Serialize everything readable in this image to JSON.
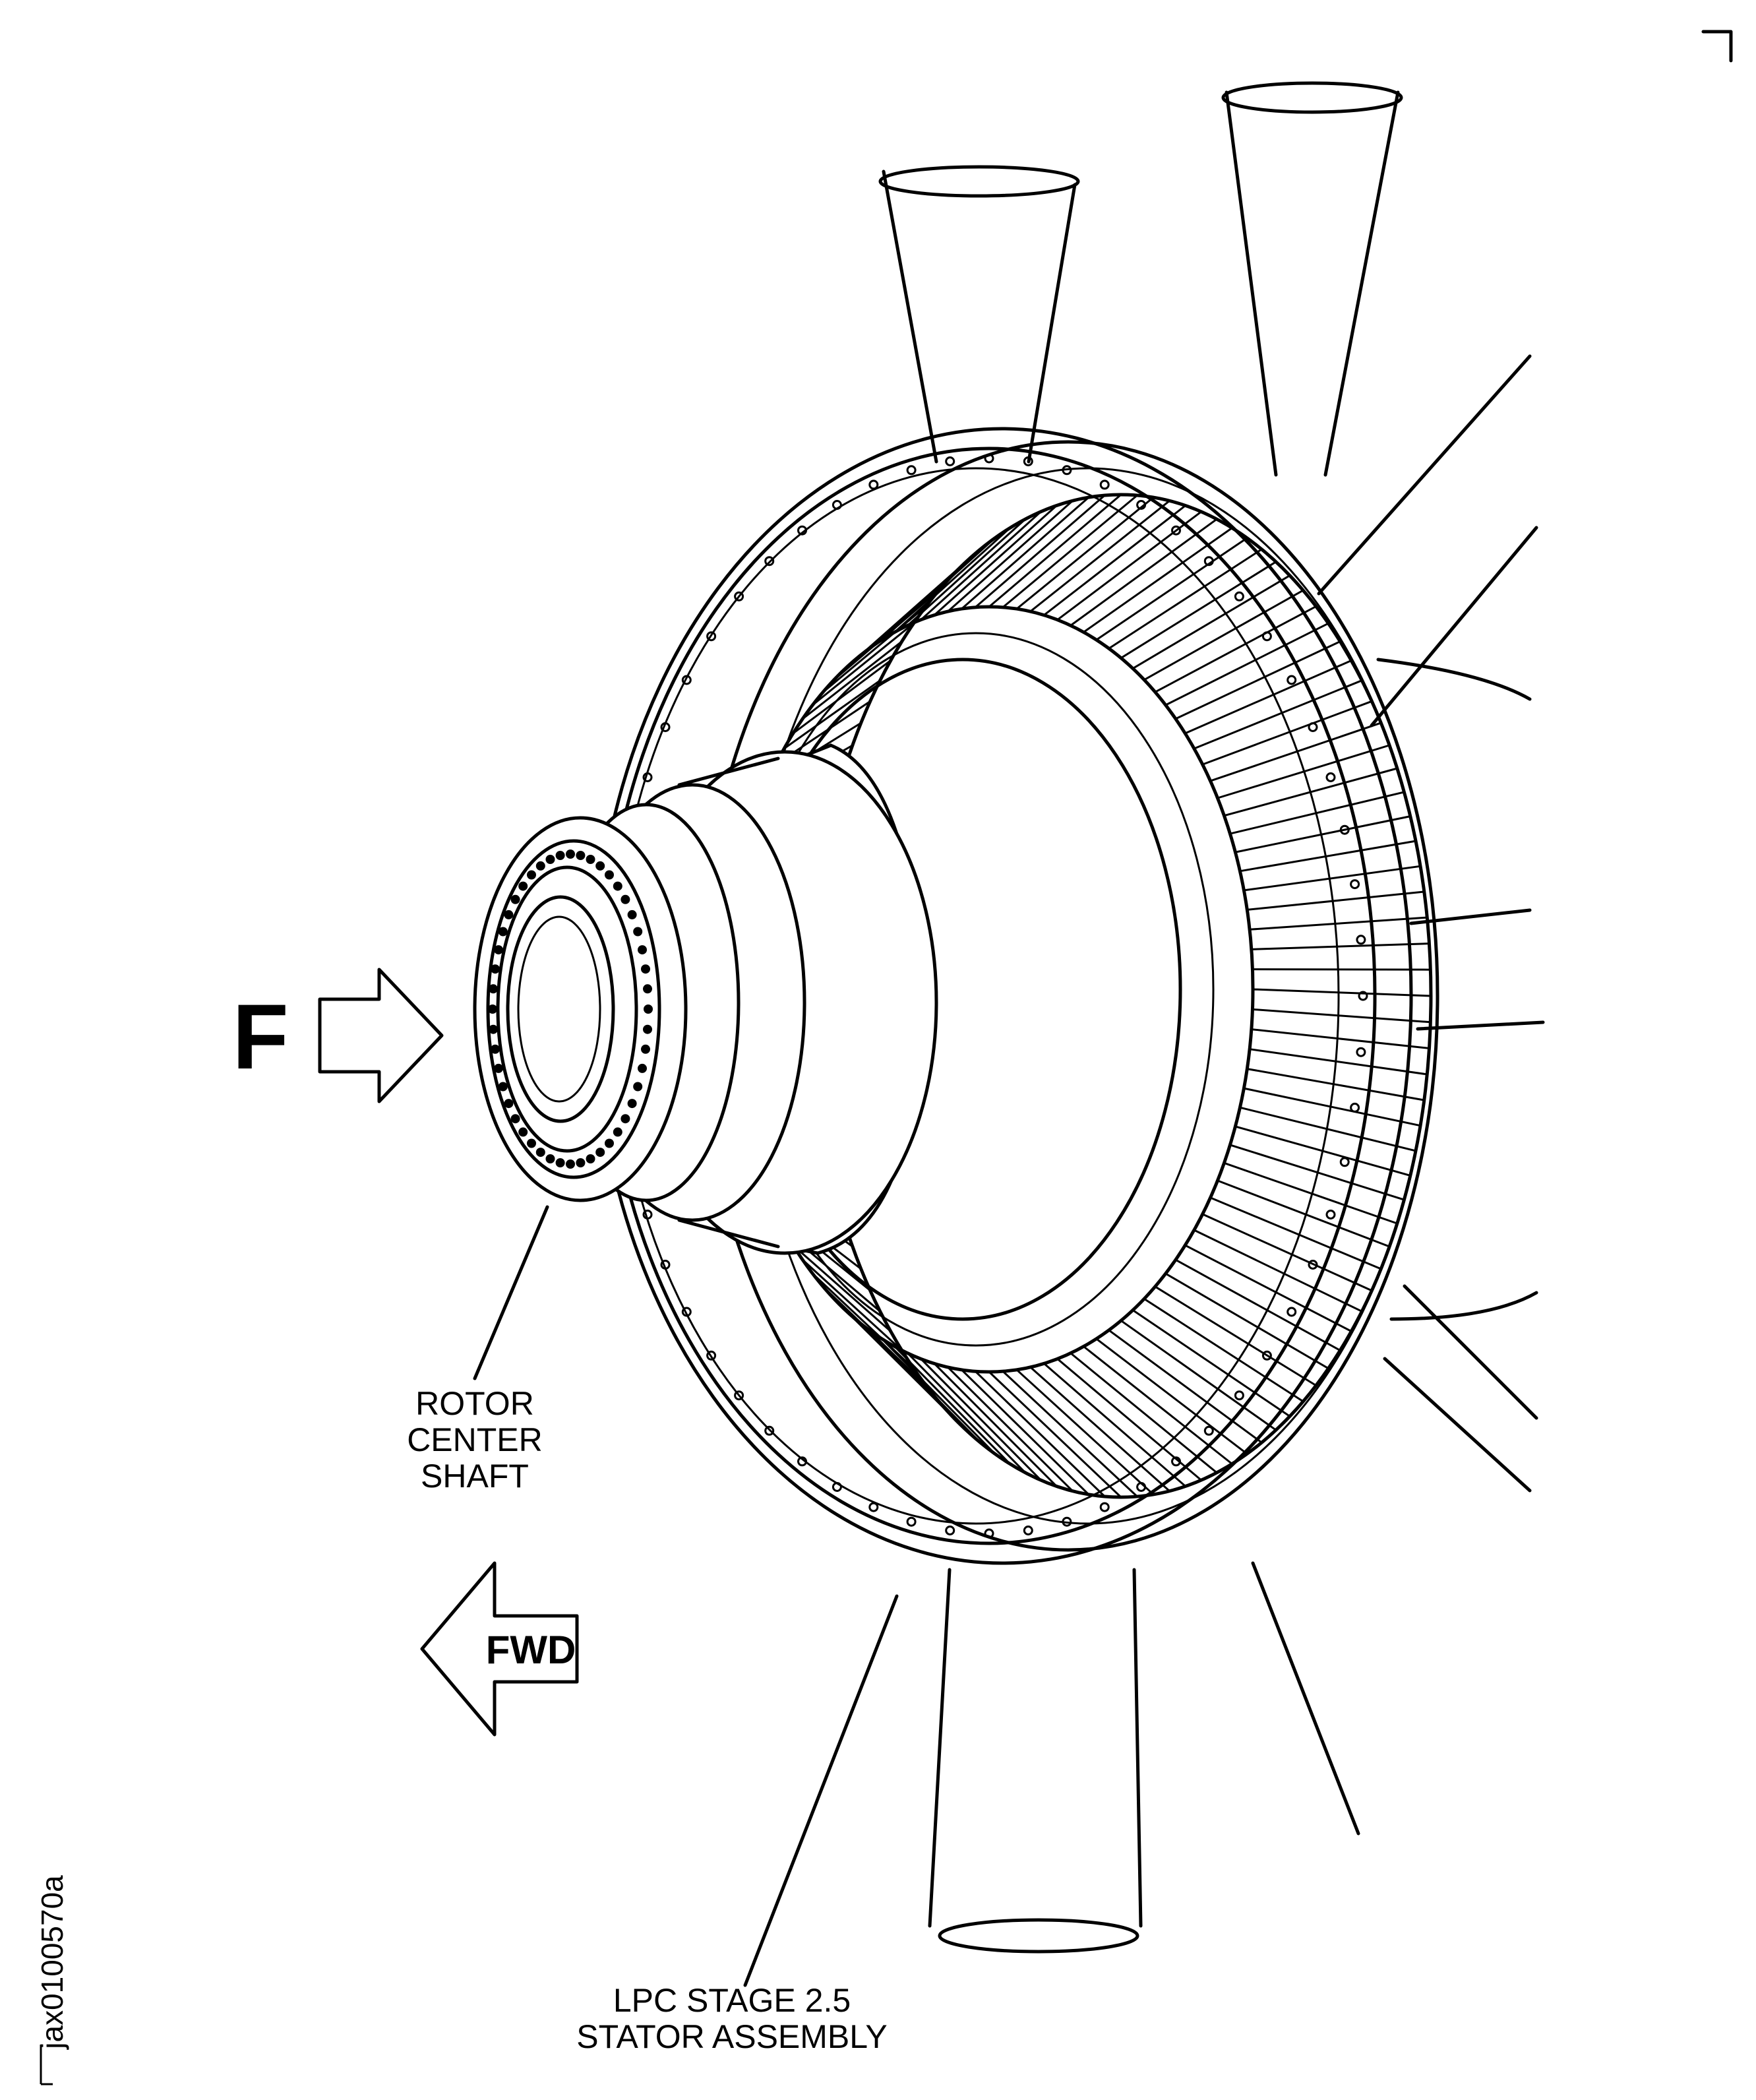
{
  "labels": {
    "view_marker": "F",
    "forward_marker": "FWD",
    "rotor_center_shaft": [
      "ROTOR",
      "CENTER",
      "SHAFT"
    ],
    "stator_assembly": [
      "LPC STAGE 2.5",
      "STATOR ASSEMBLY"
    ],
    "figure_id": "jax0100570a"
  }
}
